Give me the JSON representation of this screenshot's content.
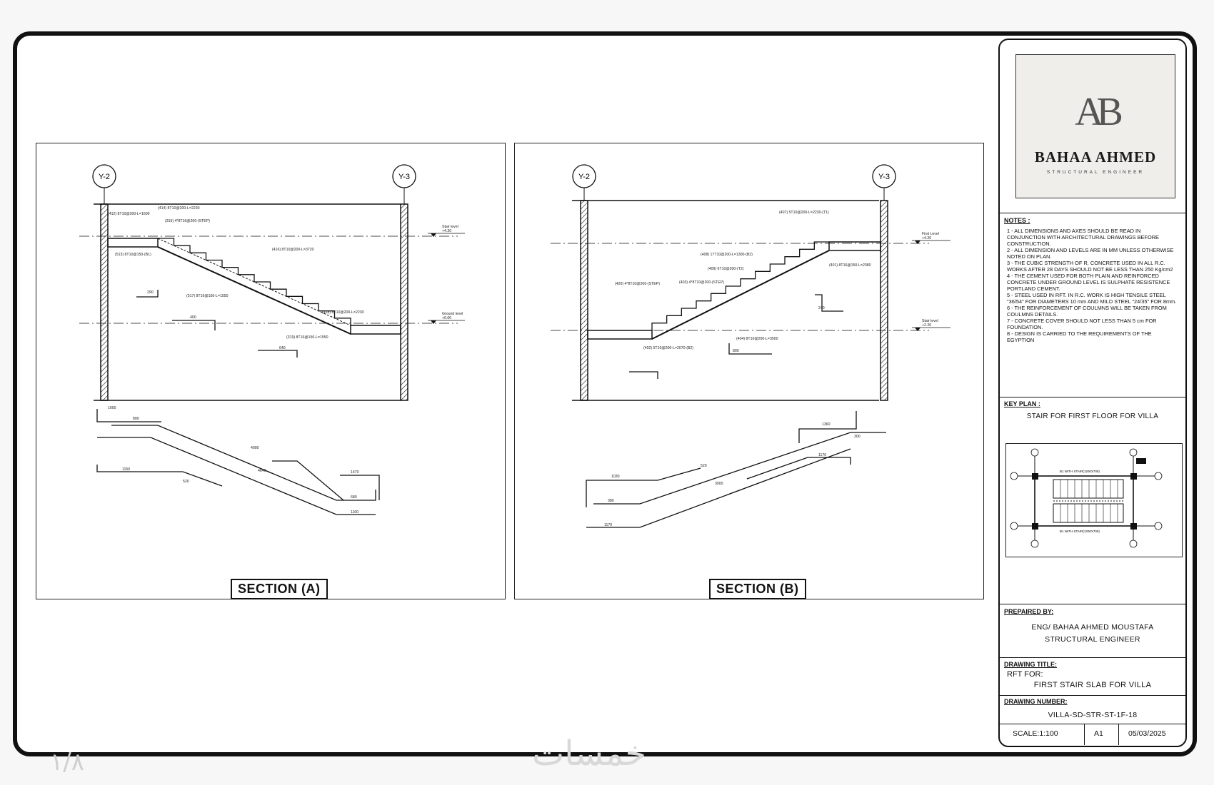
{
  "sections": [
    {
      "label": "SECTION (A)",
      "left_axis": "Y-2",
      "right_axis": "Y-3",
      "top_level_text": "Stair level",
      "top_level_value": "+4.20",
      "bottom_level_text": "Ground level",
      "bottom_level_value": "+0.00",
      "bar_labels": [
        "(412) 8T10@200-L=1600",
        "(513) 8T10@150-(B1)",
        "(414) 8T10@200-L=2230",
        "(315) 4*8T16@200-(STEP)",
        "(416) 8T10@200-L=3720",
        "(517) 8T16@150-L=1550",
        "(418) 8T10@200-L=2230",
        "(319) 8T16@150-L=1550"
      ],
      "bend_values": [
        "1600",
        "800",
        "1150",
        "4640",
        "4000",
        "1470",
        "520",
        "1100",
        "290",
        "400",
        "640",
        "680"
      ]
    },
    {
      "label": "SECTION (B)",
      "left_axis": "Y-2",
      "right_axis": "Y-3",
      "top_level_text": "First Level",
      "top_level_value": "+4.20",
      "bottom_level_text": "Stair level",
      "bottom_level_value": "+2.20",
      "bar_labels": [
        "(407) 5T10@200-L=2230-(T1)",
        "(420) 4*8T10@200-(STEP)",
        "(408) 17T10@200-L=1300-(B2)",
        "(401) 8T16@150-L=2380",
        "(409) 6T10@200-(T2)",
        "(402) 5T10@200-L=2070-(B2)",
        "(403) 4*8T10@200-(STEP)",
        "(404) 8T10@200-L=3500"
      ],
      "bend_values": [
        "1360",
        "1030",
        "1170",
        "3000",
        "380",
        "1170",
        "800",
        "240",
        "520",
        "300"
      ]
    }
  ],
  "title_block": {
    "logo_mark": "AB",
    "logo_name": "BAHAA AHMED",
    "logo_subtitle": "STRUCTURAL ENGINEER",
    "notes_heading": "NOTES :",
    "notes": [
      "1 - ALL DIMENSIONS AND AXES SHOULD BE READ IN CONJUNCTION WITH ARCHITECTURAL DRAWINGS BEFORE CONSTRUCTION.",
      "2 - ALL DIMENSION AND LEVELS ARE IN MM UNLESS OTHERWISE NOTED ON PLAN.",
      "3 - THE CUBIC STRENGTH OF R. CONCRETE USED IN ALL R.C. WORKS AFTER 28 DAYS SHOULD NOT BE LESS THAN 250 Kg/cm2",
      "4 - THE CEMENT USED FOR BOTH PLAIN AND REINFORCED CONCRETE UNDER GROUND LEVEL IS SULPHATE RESISTENCE PORTLAND CEMENT.",
      "5 - STEEL USED IN RFT. IN R.C. WORK IS HIGH TENSILE STEEL \"36/54\" FOR DIAMETERS 10 mm AND MILD STEEL \"24/35\" FOR 8mm.",
      "6 - THE REINFORCEMENT OF COULMNS WILL BE TAKEN FROM COULMNS DETAILS.",
      "7 - CONCRETE COVER SHOULD NOT LESS THAN 5 cm FOR FOUNDATION.",
      "8 - DESIGN IS CARRIED TO THE REQUIREMENTS OF THE EGYPTION"
    ],
    "key_plan_heading": "KEY PLAN :",
    "key_plan_text": "STAIR FOR FIRST FLOOR FOR VILLA",
    "key_plan_labels": [
      "B1 WITH STAIR(1200X700)",
      "B1 WITH STAIR(1200X700)"
    ],
    "prepared_heading": "PREPAIRED BY:",
    "prepared_name": "ENG/ BAHAA AHMED MOUSTAFA",
    "prepared_role": "STRUCTURAL ENGINEER",
    "drawing_title_heading": "DRAWING TITLE:",
    "drawing_title_line1": "RFT FOR:",
    "drawing_title_line2": "FIRST STAIR SLAB FOR VILLA",
    "drawing_number_heading": "DRAWING NUMBER:",
    "drawing_number": "VILLA-SD-STR-ST-1F-18",
    "scale": "SCALE:1:100",
    "sheet_size": "A1",
    "date": "05/03/2025"
  },
  "watermark": "خمسات",
  "page_number": "١/٨"
}
